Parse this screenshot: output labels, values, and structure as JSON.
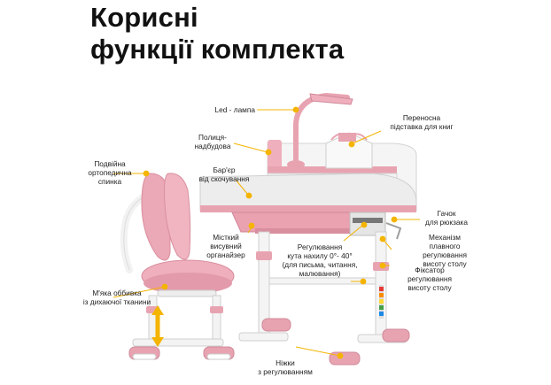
{
  "title": {
    "line1": "Корисні",
    "line2": "функції комплекта"
  },
  "callouts": {
    "led_lamp": "Led - лампа",
    "book_stand": "Переносна\nпідставка для книг",
    "shelf": "Полиця-\nнадбудова",
    "barrier": "Бар'єр\nвід скочування",
    "backrest": "Подвійна\nортопедична\nспинка",
    "backpack_hook": "Гачок\nдля рюкзака",
    "organizer": "Місткий\nвисувний\nорганайзер",
    "smooth_mechanism": "Механізм\nплавного\nрегулювання\nвисоту столу",
    "tilt": "Регулювання\nкута нахилу 0°- 40°\n(для письма, читання,\nмалювання)",
    "lock": "Фіксатор\nрегулювання\nвисоту столу",
    "upholstery": "М'яка оббивка\nіз дихаючої тканини",
    "legs": "Ніжки\nз регулюванням"
  },
  "colors": {
    "accent": "#f4b400",
    "pink": "#e8a3b1",
    "pink_dark": "#d9899a",
    "white_frame": "#f4f4f4",
    "desk_top": "#e9e9e9"
  },
  "icons": [
    "desk-illustration",
    "chair-illustration",
    "lamp-illustration",
    "book-stand-illustration",
    "height-scale-icon",
    "up-down-arrow-icon"
  ]
}
